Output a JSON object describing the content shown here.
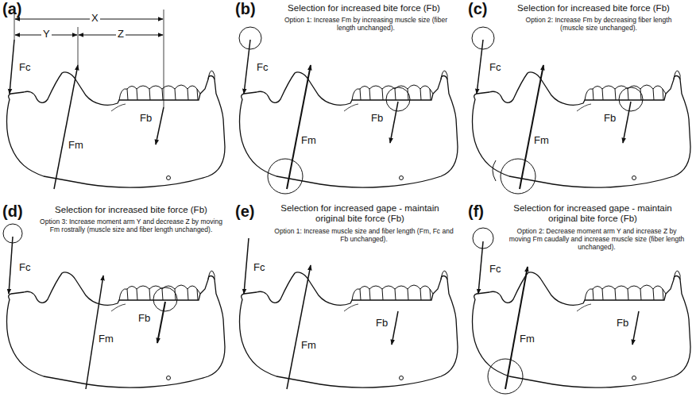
{
  "diagram": {
    "labels": [
      "(a)",
      "X",
      "Y",
      "Z",
      "Fc",
      "Fm",
      "Fb",
      "(b)",
      "Selection for increased bite force (Fb)",
      "Option 1: Increase Fm by increasing muscle size (fiber length unchanged).",
      "Fc",
      "Fm",
      "Fb",
      "(c)",
      "Selection for increased bite force (Fb)",
      "Option 2: Increase Fm by decreasing fiber length (muscle size unchanged).",
      "Fc",
      "Fm",
      "Fb",
      "(d)",
      "Selection for increased bite force (Fb)",
      "Option 3: Increase moment arm Y and decrease Z by moving Fm rostrally (muscle size and fiber length unchanged).",
      "Fc",
      "Fm",
      "Fb",
      "(e)",
      "Selection for increased gape - maintain original bite force (Fb)",
      "Option 1: Increase muscle size and fiber length (Fm, Fc and Fb unchanged).",
      "Fc",
      "Fm",
      "Fb",
      "(f)",
      "Selection for increased gape - maintain original bite force (Fb)",
      "Option 2: Decrease moment arm Y and increase Z by moving Fm caudally and increase muscle size (fiber length unchanged).",
      "Fc",
      "Fm",
      "Fb"
    ]
  }
}
